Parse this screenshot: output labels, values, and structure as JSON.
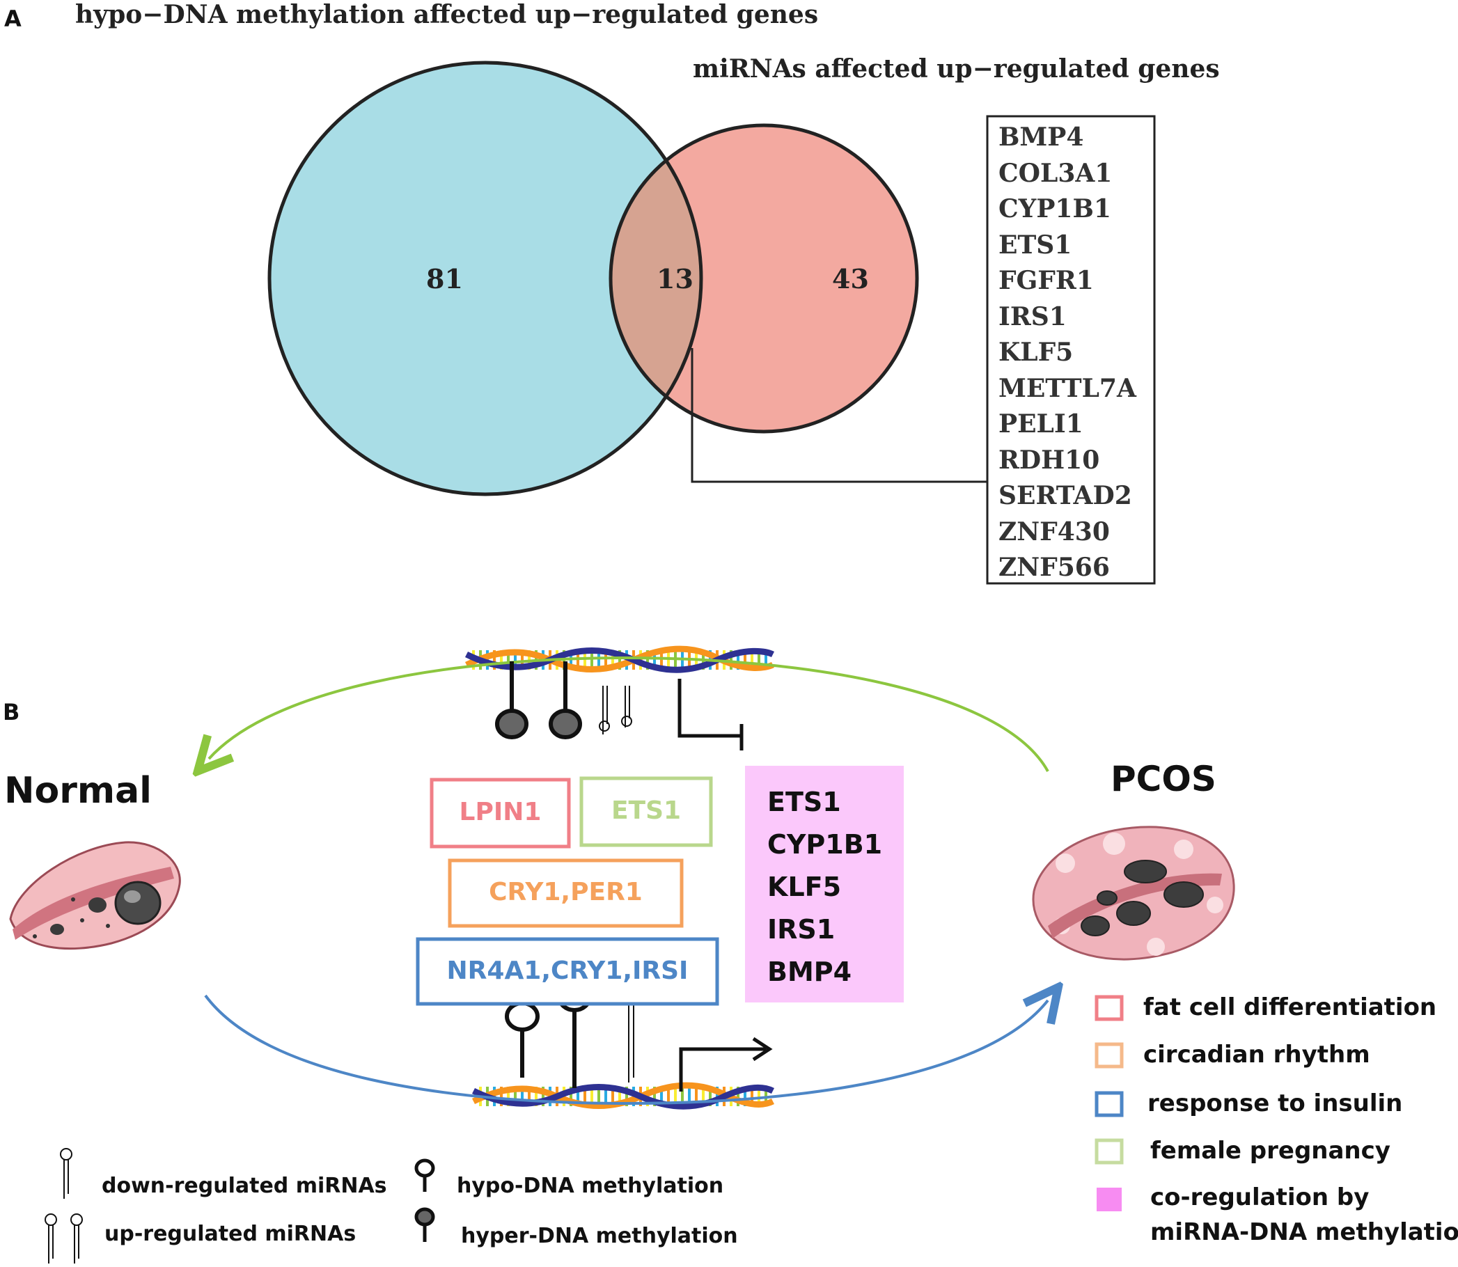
{
  "panel_a": {
    "label": "A",
    "left_set_title": "hypo−DNA methylation affected up−regulated genes",
    "right_set_title": "miRNAs affected up−regulated genes",
    "left_only_count": "81",
    "overlap_count": "13",
    "right_only_count": "43",
    "overlap_genes": [
      "BMP4",
      "COL3A1",
      "CYP1B1",
      "ETS1",
      "FGFR1",
      "IRS1",
      "KLF5",
      "METTL7A",
      "PELI1",
      "RDH10",
      "SERTAD2",
      "ZNF430",
      "ZNF566"
    ],
    "colors": {
      "left": "#a9dde6",
      "right": "#f3a9a0",
      "overlap": "#d6a391",
      "outline": "#222222"
    }
  },
  "panel_b": {
    "label": "B",
    "normal_label": "Normal",
    "pcos_label": "PCOS",
    "boxes": [
      {
        "text": "LPIN1",
        "color": "#f07f87"
      },
      {
        "text": "ETS1",
        "color": "#b9d78c"
      },
      {
        "text": "CRY1,PER1",
        "color": "#f5a15c"
      },
      {
        "text": "NR4A1,CRY1,IRSI",
        "color": "#4d86c6"
      }
    ],
    "coregulated_genes": [
      "ETS1",
      "CYP1B1",
      "KLF5",
      "IRS1",
      "BMP4"
    ],
    "legend_functions": [
      {
        "text": "fat cell differentiation",
        "color": "#f07f87"
      },
      {
        "text": "circadian rhythm",
        "color": "#f5b98a"
      },
      {
        "text": "response to insulin",
        "color": "#4d86c6"
      },
      {
        "text": "female pregnancy",
        "color": "#c6dca0"
      },
      {
        "text": "co-regulation by miRNA-DNA methylation",
        "line1": "co-regulation by",
        "line2": "miRNA-DNA methylation",
        "color": "#f78cf2"
      }
    ],
    "legend_symbols": {
      "down_mirna": "down-regulated  miRNAs",
      "up_mirna": "up-regulated miRNAs",
      "hypo": "hypo-DNA methylation",
      "hyper": "hyper-DNA methylation"
    },
    "colors": {
      "top_arrow": "#8cc63f",
      "bottom_arrow": "#4d86c6",
      "coreg_fill": "#fbc8fb"
    }
  }
}
